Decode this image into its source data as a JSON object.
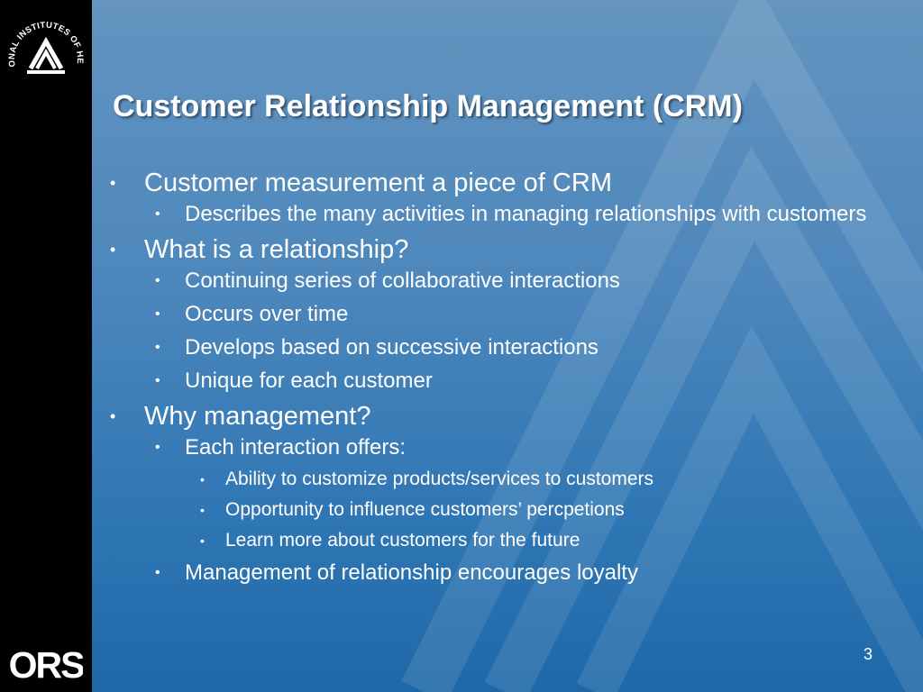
{
  "slide": {
    "title": "Customer Relationship Management (CRM)",
    "page_number": "3",
    "bullet_glyph": "•",
    "bullets": [
      {
        "level": 1,
        "text": "Customer measurement a piece of CRM"
      },
      {
        "level": 2,
        "text": "Describes the many activities in managing relationships with customers"
      },
      {
        "level": 1,
        "text": "What is a relationship?"
      },
      {
        "level": 2,
        "text": "Continuing series of collaborative interactions"
      },
      {
        "level": 2,
        "text": "Occurs over time"
      },
      {
        "level": 2,
        "text": "Develops based on successive interactions"
      },
      {
        "level": 2,
        "text": "Unique for each customer"
      },
      {
        "level": 1,
        "text": "Why management?"
      },
      {
        "level": 2,
        "text": "Each interaction offers:"
      },
      {
        "level": 3,
        "text": "Ability to customize products/services to customers"
      },
      {
        "level": 3,
        "text": "Opportunity to influence customers’ percpetions"
      },
      {
        "level": 3,
        "text": "Learn more about customers for the future"
      },
      {
        "level": 2,
        "text": "Management of relationship encourages loyalty"
      }
    ]
  },
  "logos": {
    "seal_text": "NATIONAL INSTITUTES OF HEALTH",
    "ors_text": "ORS",
    "seal_icon": "nih-seal-icon",
    "ors_icon": "ors-logo-icon"
  },
  "colors": {
    "background_top": "#6494bf",
    "background_bottom": "#1f68a8",
    "sidebar": "#000000",
    "text": "#ffffff"
  }
}
